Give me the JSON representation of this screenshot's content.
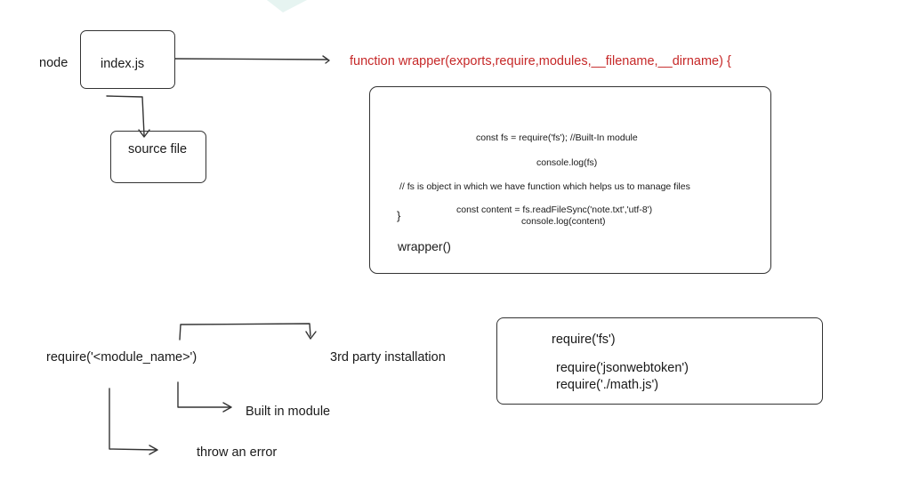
{
  "top": {
    "node": "node",
    "index_js": "index.js",
    "source_file": "source file",
    "wrapper_signature": "function wrapper(exports,require,modules,__filename,__dirname) {"
  },
  "wrapper_box": {
    "line1": "const fs = require('fs'); //Built-In module",
    "line2": "console.log(fs)",
    "line3": "// fs is object in which we have function which helps us to manage files",
    "line4": "const content = fs.readFileSync('note.txt','utf-8')",
    "line5": "console.log(content)",
    "closing_brace": "}",
    "call": "wrapper()"
  },
  "bottom": {
    "require_module": "require('<module_name>')",
    "third_party": "3rd party installation",
    "built_in": "Built in module",
    "throw_error": "throw an error"
  },
  "examples_box": {
    "line1": "require('fs')",
    "line2": "require('jsonwebtoken')",
    "line3": "require('./math.js')"
  },
  "colors": {
    "accent_red": "#c62828",
    "ink": "#1a1a1a",
    "teal_corner": "#e6f4f1"
  }
}
